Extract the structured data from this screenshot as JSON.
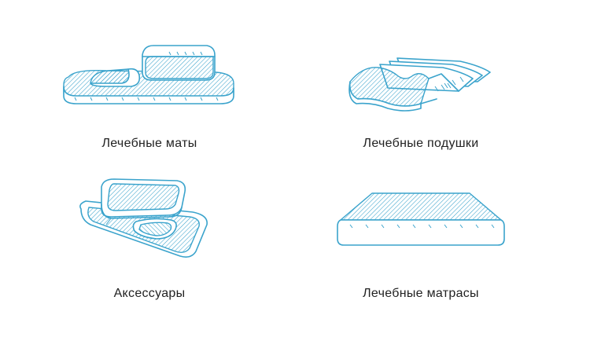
{
  "categories": [
    {
      "id": "mats",
      "label": "Лечебные маты",
      "icon": "therapeutic-mat-icon"
    },
    {
      "id": "pillows",
      "label": "Лечебные подушки",
      "icon": "therapeutic-pillows-icon"
    },
    {
      "id": "accessories",
      "label": "Аксессуары",
      "icon": "accessories-icon"
    },
    {
      "id": "mattresses",
      "label": "Лечебные матрасы",
      "icon": "therapeutic-mattress-icon"
    }
  ],
  "colors": {
    "accent": "#3aa3cc",
    "text": "#222222",
    "background": "#ffffff"
  }
}
